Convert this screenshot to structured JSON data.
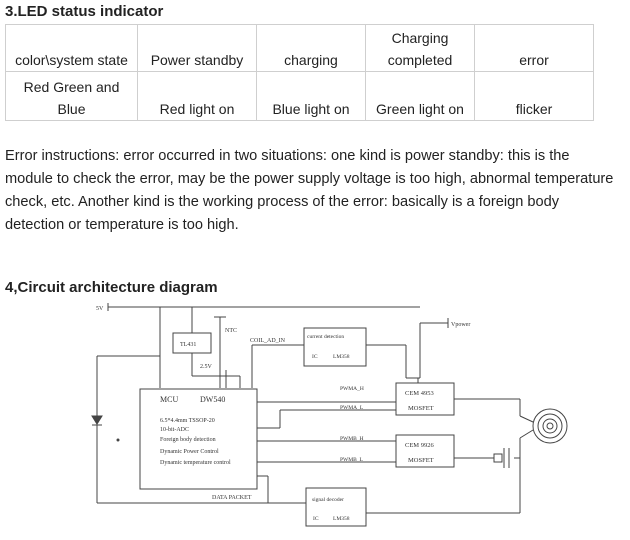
{
  "section3": {
    "title": "3.LED status indicator",
    "table": {
      "header": [
        "color\\system state",
        "Power standby",
        "charging",
        "Charging completed",
        "error"
      ],
      "row": [
        "Red Green and Blue",
        "Red light on",
        "Blue light on",
        "Green light on",
        "flicker"
      ]
    },
    "paragraph": "Error instructions: error occurred in two situations: one kind is power standby: this is the module to check the error, may be the power supply voltage is too high, abnormal temperature check, etc. Another kind is the working process of the error: basically is a foreign body detection or temperature is too high."
  },
  "section4": {
    "title": "4,Circuit architecture diagram",
    "diagram": {
      "supply_label": "5V",
      "vpower_label": "Vpower",
      "tl431": "TL431",
      "ntc": "NTC",
      "v25": "2.5V",
      "coil_ad": "COIL_AD_IN",
      "current_det": "current detection",
      "ic_label": "IC",
      "lm358": "LM358",
      "mcu": "MCU",
      "dw540": "DW540",
      "mcu_pkg": "6.5*4.4mm  TSSOP-20",
      "mcu_adc": "10-bit-ADC",
      "mcu_f1": "Foreign body detection",
      "mcu_f2": "Dynamic Power Control",
      "mcu_f3": "Dynamic temperature control",
      "pwm_ah": "PWMA_H",
      "pwm_al": "PWMA_L",
      "pwm_bh": "PWMB_H",
      "pwm_bl": "PWMB_L",
      "cem1": "CEM 4953",
      "cem2": "CEM  9926",
      "mosfet": "MOSFET",
      "data_packet": "DATA PACKET",
      "signal_decoder": "signal decoder",
      "lm358b": "LM358"
    }
  }
}
